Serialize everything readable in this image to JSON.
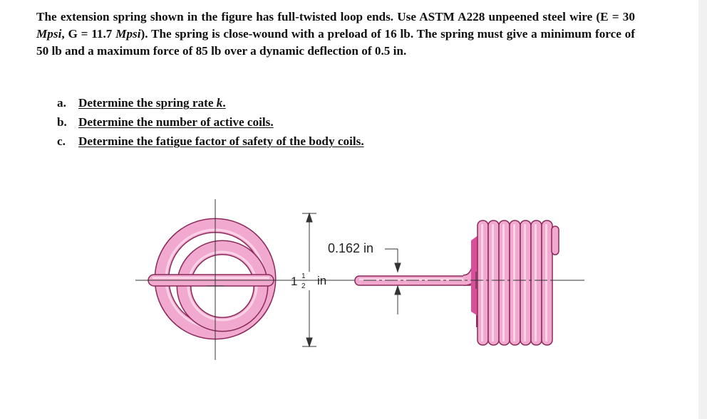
{
  "problem": {
    "p1": "The extension spring shown in the figure has full-twisted loop ends. Use ASTM A228 unpeened steel wire (E = 30 ",
    "unit1": "Mpsi",
    "p2": ", G = 11.7 ",
    "unit2": "Mpsi",
    "p3": "). The spring is close-wound with a preload of 16 lb. The spring must give a minimum force of 50 lb and a maximum force of 85 lb over a dynamic deflection of 0.5 in."
  },
  "tasks": [
    {
      "letter": "a.",
      "text": "Determine the spring rate ",
      "var": "k",
      "end": "."
    },
    {
      "letter": "b.",
      "text": "Determine the number of active coils.",
      "var": "",
      "end": ""
    },
    {
      "letter": "c.",
      "text": "Determine the fatigue factor of safety of the body coils.",
      "var": "",
      "end": ""
    }
  ],
  "figure": {
    "wire_label": "0.162 in",
    "loop_whole": "1",
    "loop_num": "1",
    "loop_den": "2",
    "loop_unit": "in",
    "colors": {
      "wire_fill": "#f2a9cf",
      "wire_stroke": "#8a2a5a",
      "wire_highlight": "#fbd4e8",
      "wire_inner": "#e27fb3",
      "line": "#333333"
    }
  }
}
